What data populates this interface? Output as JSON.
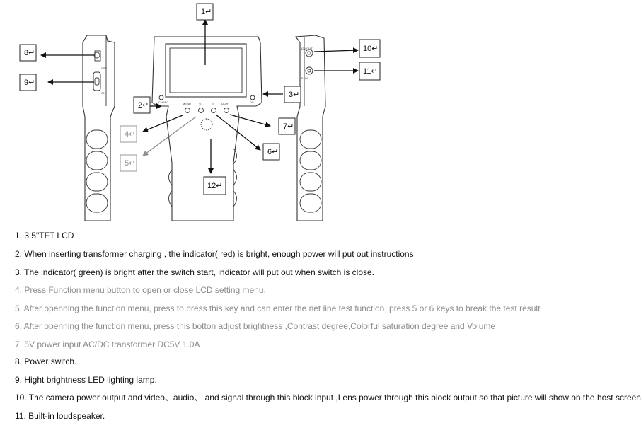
{
  "callouts": [
    {
      "id": "1",
      "label": "1↵",
      "faint": false
    },
    {
      "id": "2",
      "label": "2↵",
      "faint": false
    },
    {
      "id": "3",
      "label": "3↵",
      "faint": false
    },
    {
      "id": "4",
      "label": "4↵",
      "faint": true
    },
    {
      "id": "5",
      "label": "5↵",
      "faint": true
    },
    {
      "id": "6",
      "label": "6↵",
      "faint": false
    },
    {
      "id": "7",
      "label": "7↵",
      "faint": false
    },
    {
      "id": "8",
      "label": "8↵",
      "faint": false
    },
    {
      "id": "9",
      "label": "9↵",
      "faint": false
    },
    {
      "id": "10",
      "label": "10↵",
      "faint": false
    },
    {
      "id": "11",
      "label": "11↵",
      "faint": false
    },
    {
      "id": "12",
      "label": "12↵",
      "faint": false
    }
  ],
  "front_panel": {
    "menu_label": "MENU",
    "prev_label": "<|",
    "next_label": "|>",
    "light_label": "LIGHT",
    "charge_label": "CHARG",
    "dc_label": "DC"
  },
  "left_side_labels": {
    "top": "OFF",
    "bottom": "ON"
  },
  "right_side_labels": {
    "top": "12V OUT",
    "bottom": "AV IN"
  },
  "descriptions": [
    {
      "text": "1. 3.5\"TFT LCD",
      "style": "dark"
    },
    {
      "text": "2. When inserting transformer charging , the indicator( red) is bright, enough power will put out instructions",
      "style": "dark"
    },
    {
      "text": "3. The indicator( green) is bright after the switch start, indicator will put out when switch is close.",
      "style": "dark"
    },
    {
      "text": "4. Press Function menu button to open or close LCD setting menu.",
      "style": "light"
    },
    {
      "text": "5. After openning the function menu, press to press this key and can enter the net line test function, press 5 or 6 keys to break the test result",
      "style": "light"
    },
    {
      "text": "6. After openning the function menu, press this botton adjust brightness ,Contrast degree,Colorful saturation degree and Volume",
      "style": "light"
    },
    {
      "text": "7. 5V power input AC/DC transformer DC5V 1.0A",
      "style": "light"
    },
    {
      "text": "8. Power switch.",
      "style": "dark"
    },
    {
      "text": "9. Hight brightness LED lighting lamp.",
      "style": "dark"
    },
    {
      "text": "10. The camera power output and video、audio、 and signal through this block input ,Lens power through this block output so that picture will show on the host screen",
      "style": "dark"
    },
    {
      "text": "11. Built-in loudspeaker.",
      "style": "dark"
    }
  ]
}
